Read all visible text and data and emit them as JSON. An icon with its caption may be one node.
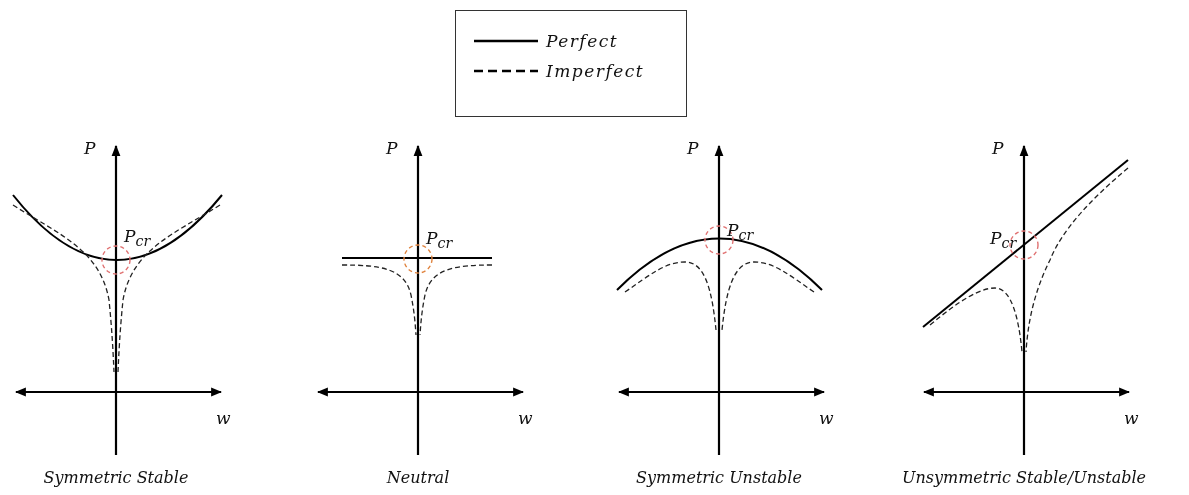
{
  "diagram": {
    "labels": [
      "P",
      "P$_{cr}$",
      "w",
      "Symmetric Stable",
      "P",
      "P$_{cr}$",
      "w",
      "Neutral",
      "P",
      "P$_{cr}$",
      "w",
      "Symmetric Unstable",
      "P",
      "P$_{cr}$",
      "w",
      "Unsymmetric Stable/Unstable"
    ],
    "legend": [
      {
        "text": "Perfect"
      },
      {
        "text": "Imperfect"
      }
    ]
  }
}
